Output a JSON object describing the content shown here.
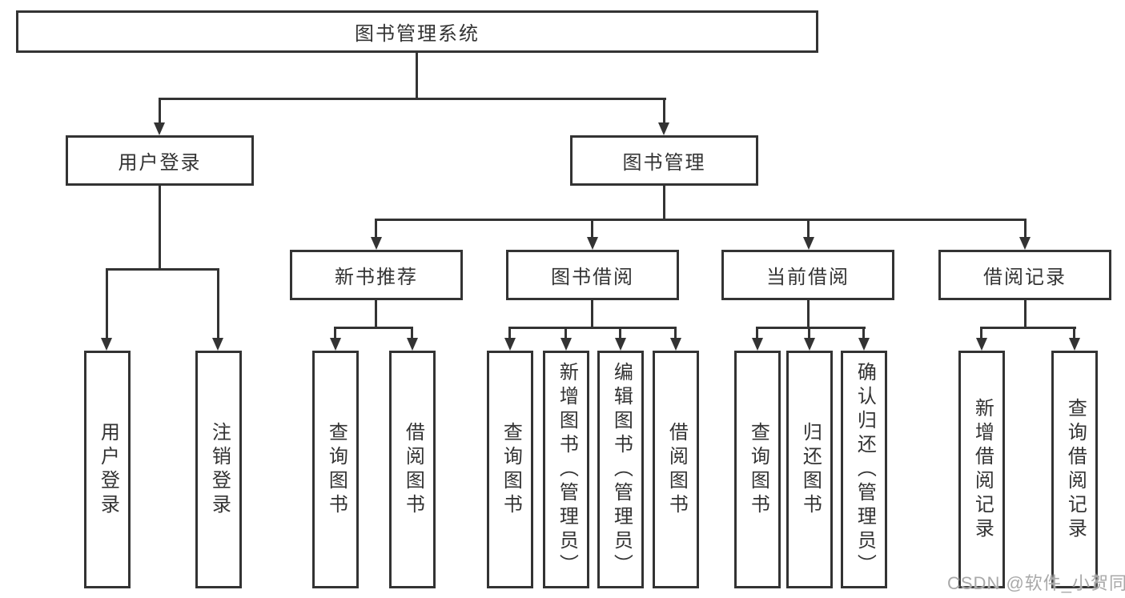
{
  "diagram": {
    "root": {
      "label": "图书管理系统"
    },
    "level2": [
      {
        "label": "用户登录"
      },
      {
        "label": "图书管理"
      }
    ],
    "level3": [
      {
        "label": "新书推荐"
      },
      {
        "label": "图书借阅"
      },
      {
        "label": "当前借阅"
      },
      {
        "label": "借阅记录"
      }
    ],
    "leaves": {
      "user_login": [
        "用户登录",
        "注销登录"
      ],
      "new_book": [
        "查询图书",
        "借阅图书"
      ],
      "book_borrow": [
        "查询图书",
        "新增图书（管理员）",
        "编辑图书（管理员）",
        "借阅图书"
      ],
      "current_borrow": [
        "查询图书",
        "归还图书",
        "确认归还（管理员）"
      ],
      "borrow_record": [
        "新增借阅记录",
        "查询借阅记录"
      ]
    }
  },
  "watermark": {
    "text": "CSDN @软件_小贺同学"
  },
  "colors": {
    "line": "#333333",
    "text": "#333333",
    "watermark": "#a9a9a9",
    "background": "#ffffff"
  }
}
